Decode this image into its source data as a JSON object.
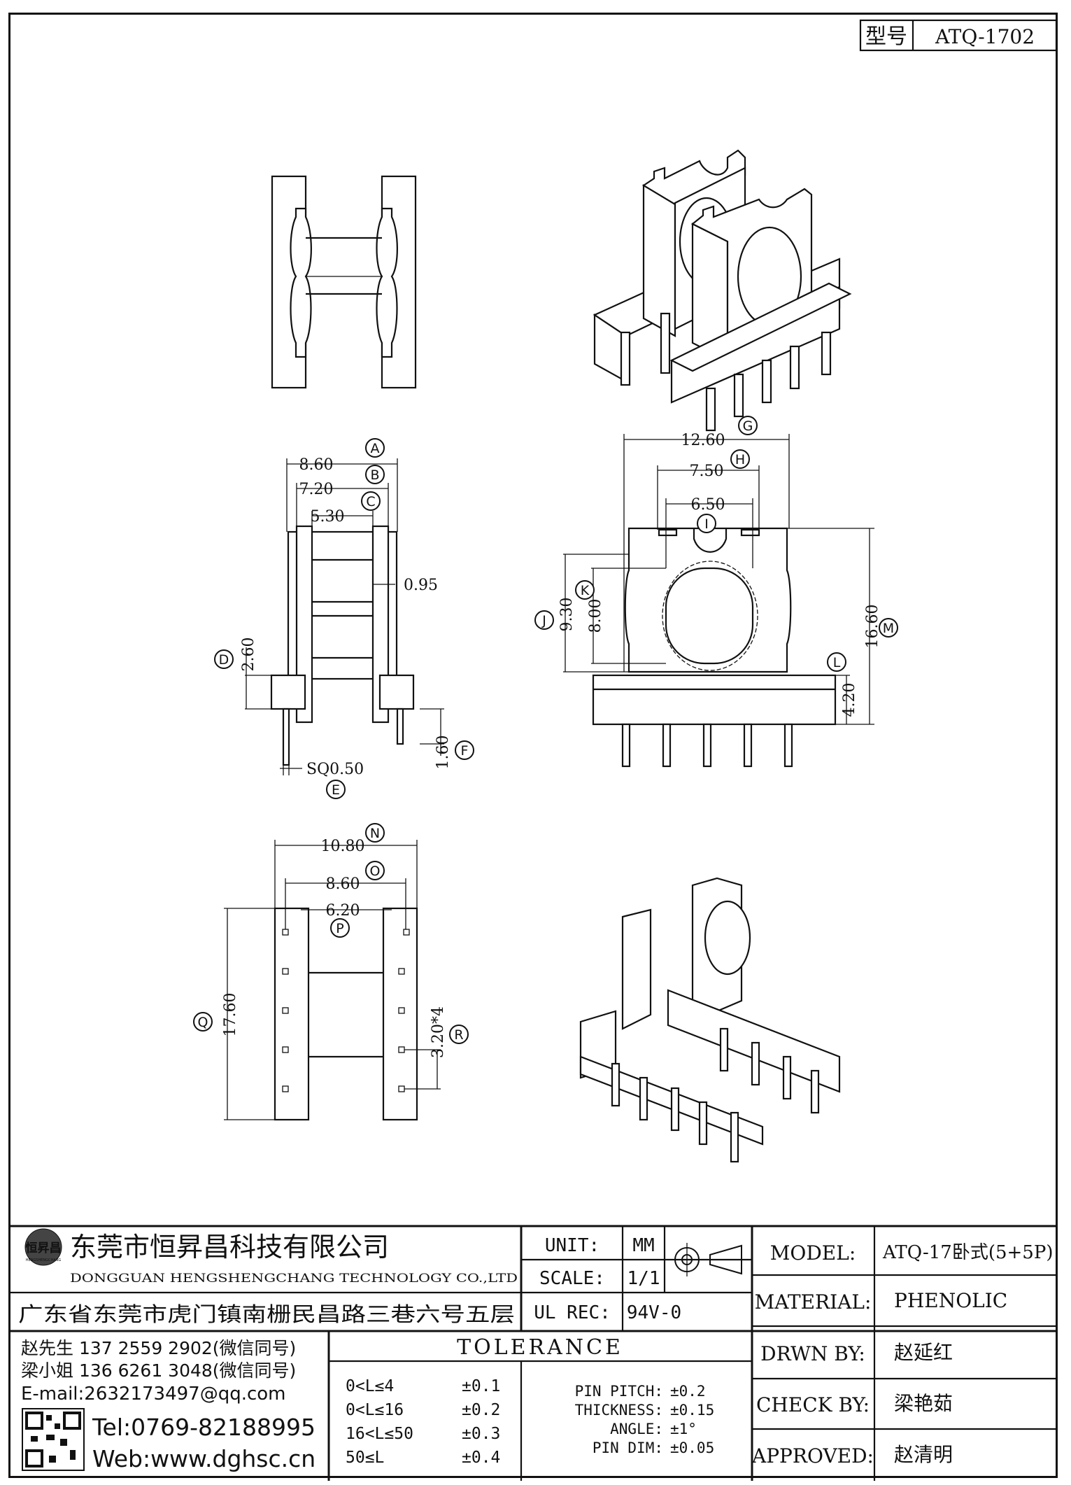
{
  "drawing_no": {
    "label": "型号",
    "value": "ATQ-1702"
  },
  "company": {
    "name_cn": "东莞市恒昇昌科技有限公司",
    "name_en": "DONGGUAN HENGSHENGCHANG TECHNOLOGY CO.,LTD",
    "address": "广东省东莞市虎门镇南栅民昌路三巷六号五层",
    "logo_text": "恒昇昌",
    "logo_sub": "HENGSHENGCHANG",
    "contact1": "赵先生 137 2559 2902(微信同号)",
    "contact2": "梁小姐 136 6261 3048(微信同号)",
    "email": "E-mail:2632173497@qq.com",
    "tel": "Tel:0769-82188995",
    "web": "Web:www.dghsc.cn"
  },
  "title_block": {
    "unit_label": "UNIT:",
    "unit_value": "MM",
    "scale_label": "SCALE:",
    "scale_value": "1/1",
    "ul_label": "UL REC:",
    "ul_value": "94V-0",
    "model_label": "MODEL:",
    "model_value": "ATQ-17卧式(5+5P)",
    "material_label": "MATERIAL:",
    "material_value": "PHENOLIC",
    "drawn_label": "DRWN BY:",
    "drawn_value": "赵延红",
    "check_label": "CHECK BY:",
    "check_value": "梁艳茹",
    "approved_label": "APPROVED:",
    "approved_value": "赵清明"
  },
  "tolerance": {
    "title": "TOLERANCE",
    "rows": [
      {
        "range": "0<L≤4",
        "tol": "±0.1"
      },
      {
        "range": "0<L≤16",
        "tol": "±0.2"
      },
      {
        "range": "16<L≤50",
        "tol": "±0.3"
      },
      {
        "range": "50≤L",
        "tol": "±0.4"
      }
    ],
    "extra": [
      {
        "label": "PIN PITCH:",
        "tol": "±0.2"
      },
      {
        "label": "THICKNESS:",
        "tol": "±0.15"
      },
      {
        "label": "ANGLE:",
        "tol": "±1°"
      },
      {
        "label": "PIN DIM:",
        "tol": "±0.05"
      }
    ]
  },
  "dimensions": {
    "A": "8.60",
    "B": "7.20",
    "C": "5.30",
    "wall": "0.95",
    "D": "2.60",
    "E": "SQ0.50",
    "F": "1.60",
    "G": "12.60",
    "H": "7.50",
    "I": "6.50",
    "J": "9.30",
    "K": "8.00",
    "L": "4.20",
    "M": "16.60",
    "N": "10.80",
    "O": "8.60",
    "P": "6.20",
    "Q": "17.60",
    "R": "3.20*4"
  },
  "dim_letters": [
    "A",
    "B",
    "C",
    "D",
    "E",
    "F",
    "G",
    "H",
    "I",
    "J",
    "K",
    "L",
    "M",
    "N",
    "O",
    "P",
    "Q",
    "R"
  ]
}
